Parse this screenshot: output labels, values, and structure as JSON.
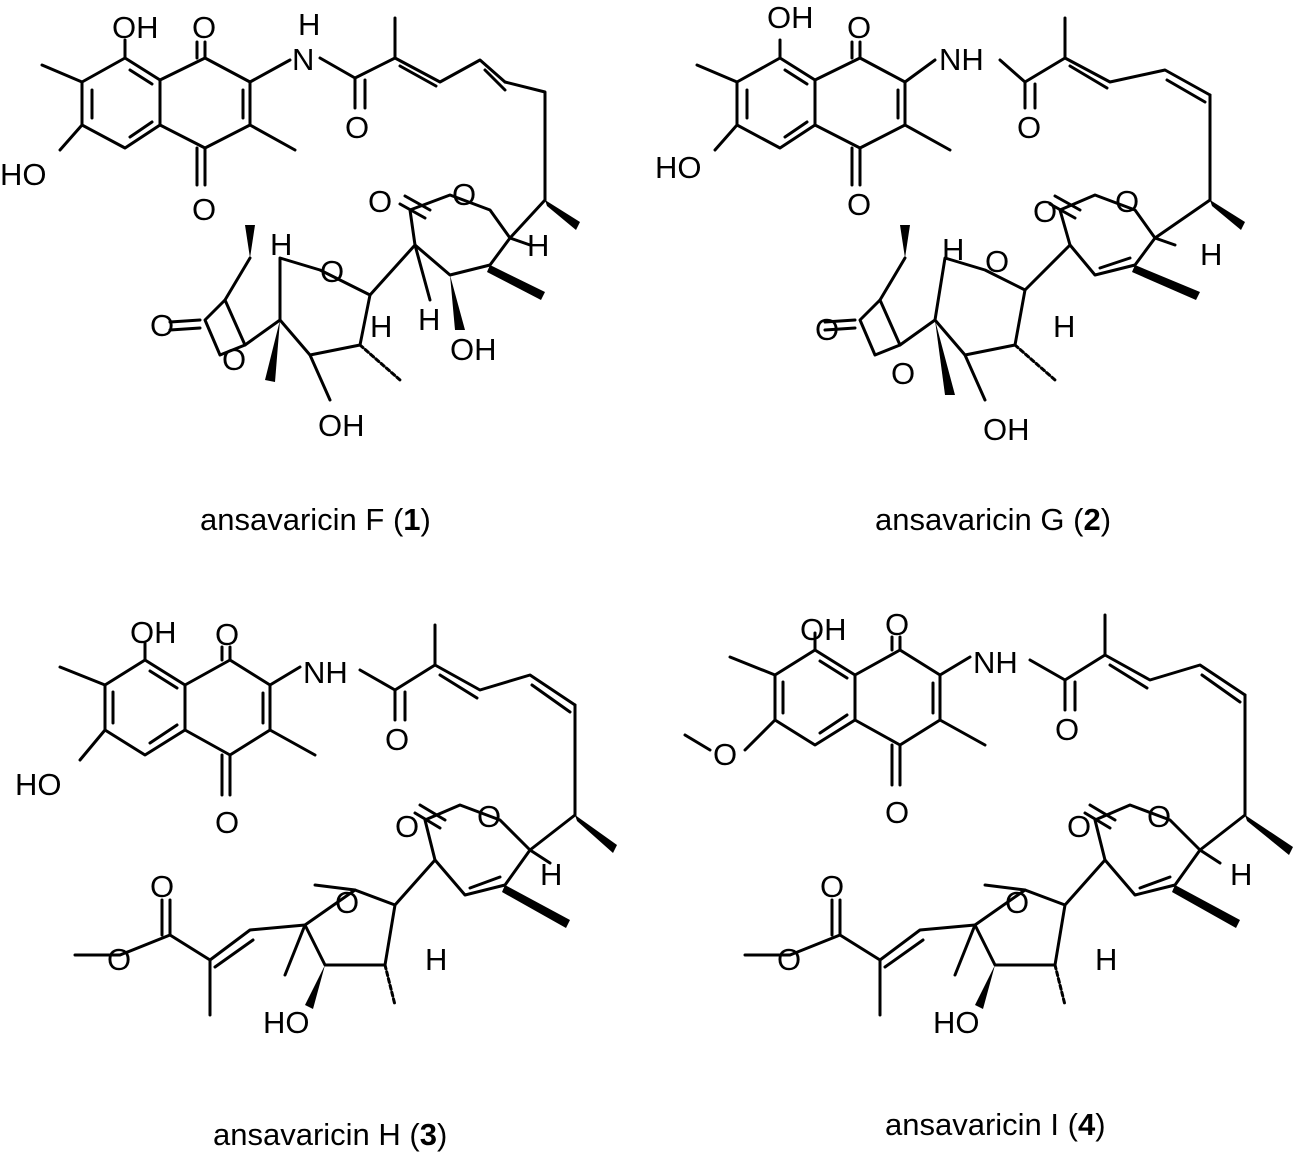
{
  "compounds": [
    {
      "name": "ansavaricin F",
      "number": "1",
      "atom_labels": [
        "OH",
        "O",
        "H",
        "N",
        "HO",
        "O",
        "O",
        "O",
        "O",
        "H",
        "H",
        "O",
        "O",
        "O",
        "H",
        "H",
        "OH",
        "OH"
      ]
    },
    {
      "name": "ansavaricin G",
      "number": "2",
      "atom_labels": [
        "OH",
        "O",
        "NH",
        "HO",
        "O",
        "O",
        "O",
        "O",
        "H",
        "H",
        "O",
        "O",
        "O",
        "H",
        "OH"
      ]
    },
    {
      "name": "ansavaricin H",
      "number": "3",
      "atom_labels": [
        "OH",
        "O",
        "NH",
        "HO",
        "O",
        "O",
        "O",
        "O",
        "H",
        "O",
        "O",
        "O",
        "H",
        "HO"
      ]
    },
    {
      "name": "ansavaricin I",
      "number": "4",
      "atom_labels": [
        "OH",
        "O",
        "NH",
        "O",
        "O",
        "O",
        "O",
        "O",
        "H",
        "O",
        "O",
        "O",
        "H",
        "HO"
      ]
    }
  ]
}
